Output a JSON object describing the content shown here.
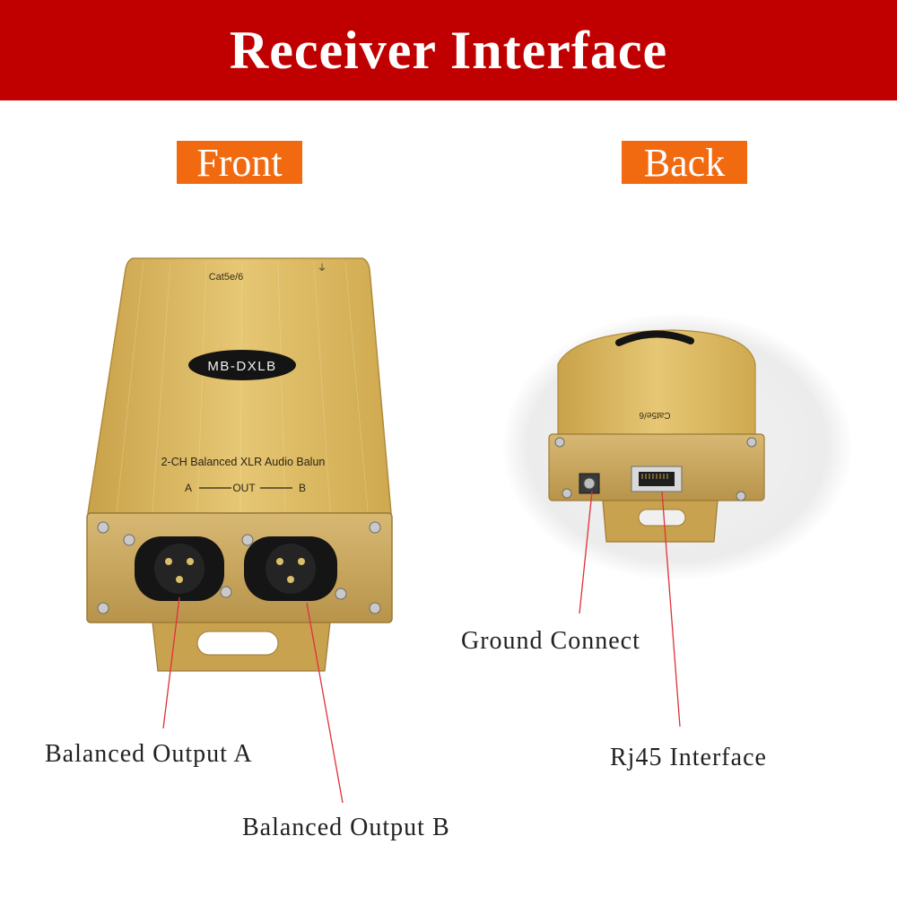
{
  "banner": {
    "title": "Receiver Interface"
  },
  "tags": {
    "front": "Front",
    "back": "Back"
  },
  "device": {
    "top_label": "Cat5e/6",
    "model": "MB-DXLB",
    "description": "2-CH Balanced XLR Audio Balun",
    "out_label_a": "A",
    "out_label_mid": "OUT",
    "out_label_b": "B",
    "back_top_label": "Cat5e/6"
  },
  "callouts": {
    "output_a": "Balanced Output A",
    "output_b": "Balanced Output B",
    "ground": "Ground Connect",
    "rj45": "Rj45 Interface"
  },
  "colors": {
    "banner": "#c00000",
    "tag": "#f26a10",
    "gold": "#d8b45c",
    "line": "#e0303a"
  }
}
